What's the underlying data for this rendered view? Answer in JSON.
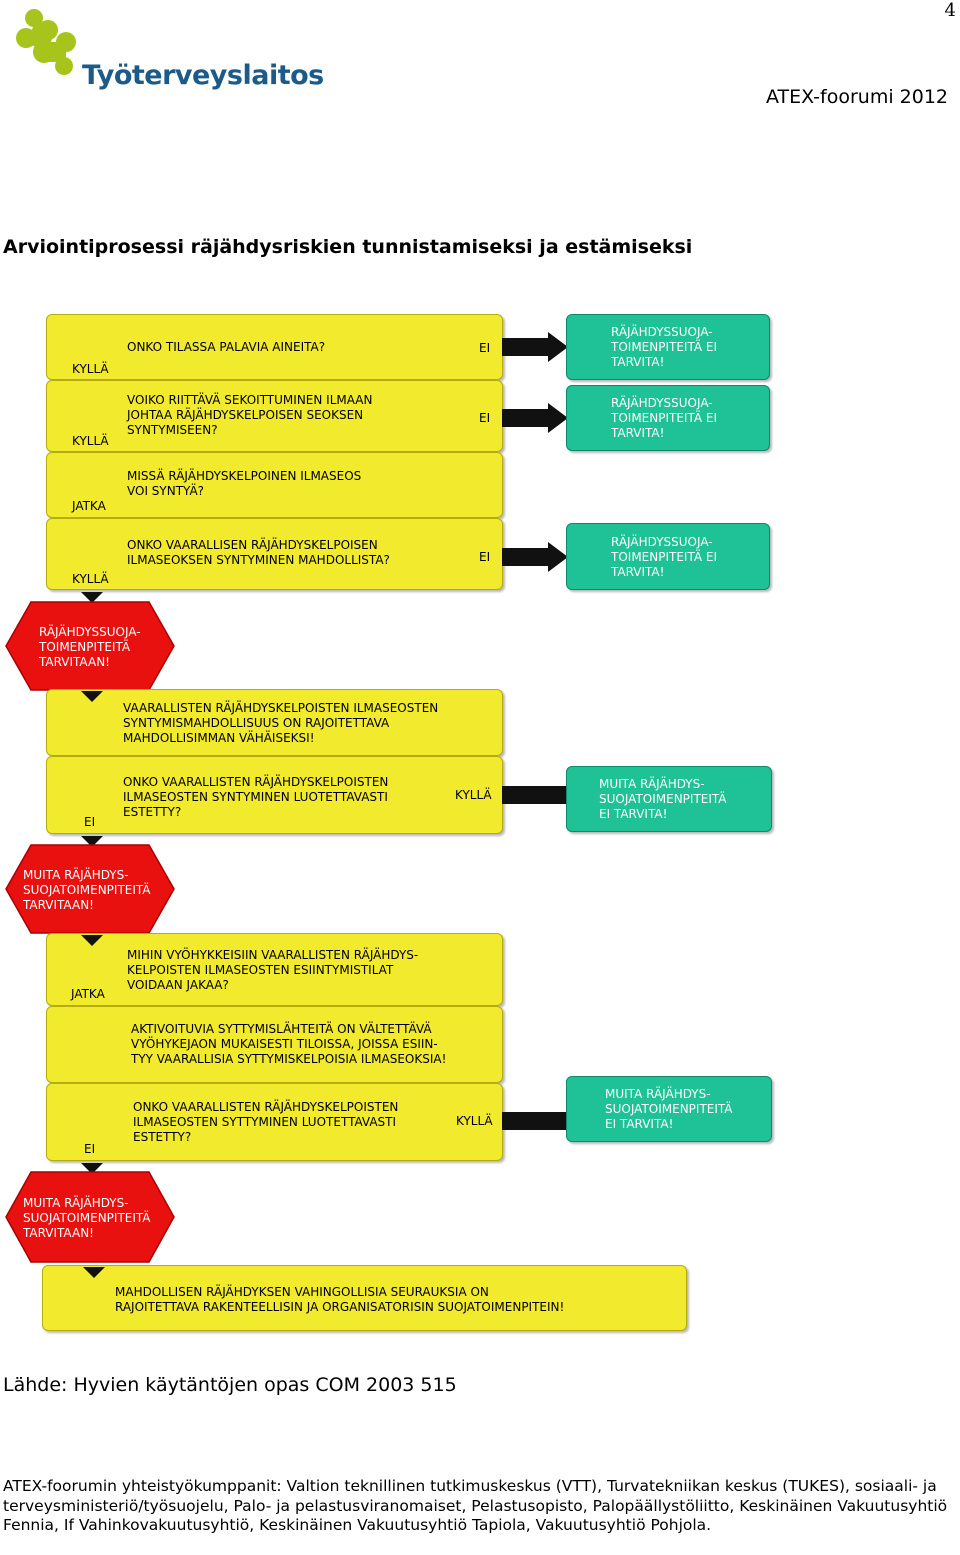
{
  "header": {
    "page_number": "4",
    "logo_text": "Työterveyslaitos",
    "event_name": "ATEX-foorumi 2012"
  },
  "title": "Arviointiprosessi räjähdysriskien tunnistamiseksi ja estämiseksi",
  "flow": {
    "q1": {
      "text": "ONKO TILASSA PALAVIA AINEITA?",
      "no": "EI",
      "yes": "KYLLÄ"
    },
    "q2": {
      "text": "VOIKO RIITTÄVÄ SEKOITTUMINEN ILMAAN\nJOHTAA RÄJÄHDYSKELPOISEN SEOKSEN\nSYNTYMISEEN?",
      "no": "EI",
      "yes": "KYLLÄ"
    },
    "q3": {
      "text": "MISSÄ RÄJÄHDYSKELPOINEN ILMASEOS\nVOI SYNTYÄ?",
      "next": "JATKA"
    },
    "q4": {
      "text": "ONKO VAARALLISEN RÄJÄHDYSKELPOISEN\nILMASEOKSEN SYNTYMINEN MAHDOLLISTA?",
      "no": "EI",
      "yes": "KYLLÄ"
    },
    "stop1": "RÄJÄHDYSSUOJA-\nTOIMENPITEITÄ\nTARVITAAN!",
    "q5": {
      "text": "VAARALLISTEN RÄJÄHDYSKELPOISTEN ILMASEOSTEN\nSYNTYMISMAHDOLLISUUS ON RAJOITETTAVA\nMAHDOLLISIMMAN VÄHÄISEKSI!"
    },
    "q6": {
      "text": "ONKO VAARALLISTEN RÄJÄHDYSKELPOISTEN\nILMASEOSTEN SYNTYMINEN LUOTETTAVASTI\nESTETTY?",
      "yes": "KYLLÄ",
      "no": "EI"
    },
    "stop2": "MUITA RÄJÄHDYS-\nSUOJATOIMENPITEITÄ\nTARVITAAN!",
    "q7": {
      "text": "MIHIN VYÖHYKKEISIIN VAARALLISTEN RÄJÄHDYS-\nKELPOISTEN ILMASEOSTEN ESIINTYMISTILAT\nVOIDAAN JAKAA?",
      "next": "JATKA"
    },
    "q8": {
      "text": "AKTIVOITUVIA SYTTYMISLÄHTEITÄ ON VÄLTETTÄVÄ\nVYÖHYKEJAON MUKAISESTI TILOISSA, JOISSA ESIIN-\nTYY VAARALLISIA SYTTYMISKELPOISIA ILMASEOKSIA!"
    },
    "q9": {
      "text": "ONKO VAARALLISTEN RÄJÄHDYSKELPOISTEN\nILMASEOSTEN SYTTYMINEN LUOTETTAVASTI\nESTETTY?",
      "yes": "KYLLÄ",
      "no": "EI"
    },
    "stop3": "MUITA RÄJÄHDYS-\nSUOJATOIMENPITEITÄ\nTARVITAAN!",
    "q10": {
      "text": "MAHDOLLISEN RÄJÄHDYKSEN VAHINGOLLISIA SEURAUKSIA ON\nRAJOITETTAVA RAKENTEELLISIN JA ORGANISATORISIN SUOJATOIMENPITEIN!"
    },
    "g1": "RÄJÄHDYSSUOJA-\nTOIMENPITEITÄ EI\nTARVITA!",
    "g2": "RÄJÄHDYSSUOJA-\nTOIMENPITEITÄ EI\nTARVITA!",
    "g3": "RÄJÄHDYSSUOJA-\nTOIMENPITEITÄ EI\nTARVITA!",
    "g4": "MUITA RÄJÄHDYS-\nSUOJATOIMENPITEITÄ\nEI TARVITA!",
    "g5": "MUITA RÄJÄHDYS-\nSUOJATOIMENPITEITÄ\nEI TARVITA!"
  },
  "source": "Lähde: Hyvien käytäntöjen opas COM 2003 515",
  "partners": "ATEX-foorumin yhteistyökumppanit: Valtion teknillinen tutkimuskeskus (VTT), Turvatekniikan keskus (TUKES), sosiaali- ja terveysministeriö/työsuojelu, Palo- ja pelastusviranomaiset, Pelastusopisto, Palopäällystöliitto, Keskinäinen Vakuutusyhtiö Fennia, If Vahinkovakuutusyhtiö, Keskinäinen Vakuutusyhtiö Tapiola, Vakuutusyhtiö Pohjola.",
  "colors": {
    "box_yellow": "#f2ea2c",
    "box_green": "#1ec296",
    "stop_red": "#e8110f",
    "logo_green": "#a6c41b",
    "logo_blue": "#1c5a8a"
  }
}
